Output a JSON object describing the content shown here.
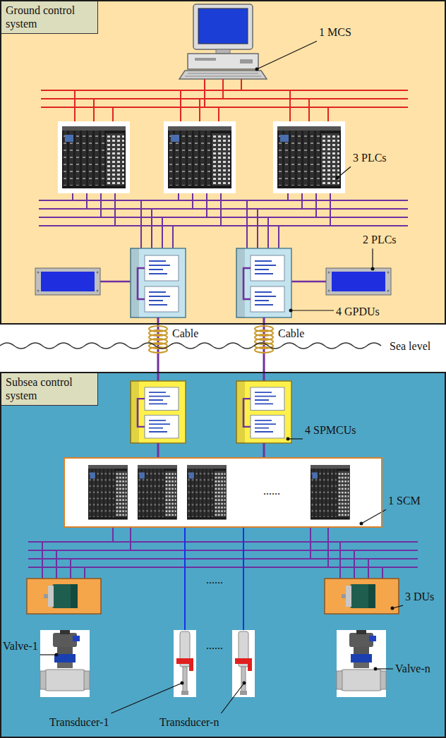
{
  "diagram": {
    "nodes": [
      {
        "text": [
          "Ground control system"
        ]
      },
      {
        "text": [
          "Subsea control system"
        ]
      },
      {
        "text": [
          "......"
        ],
        "in": 1
      }
    ],
    "labels": [
      "1 MCS",
      "3 PLCs",
      "2 PLCs",
      "4 GPDUs",
      "Cable",
      "Cable",
      "Sea level",
      "4 SPMCUs",
      "1 SCM",
      "......",
      "3 DUs",
      "Valve-1",
      "......",
      "Valve-n",
      "Transducer-1",
      "Transducer-n"
    ]
  }
}
